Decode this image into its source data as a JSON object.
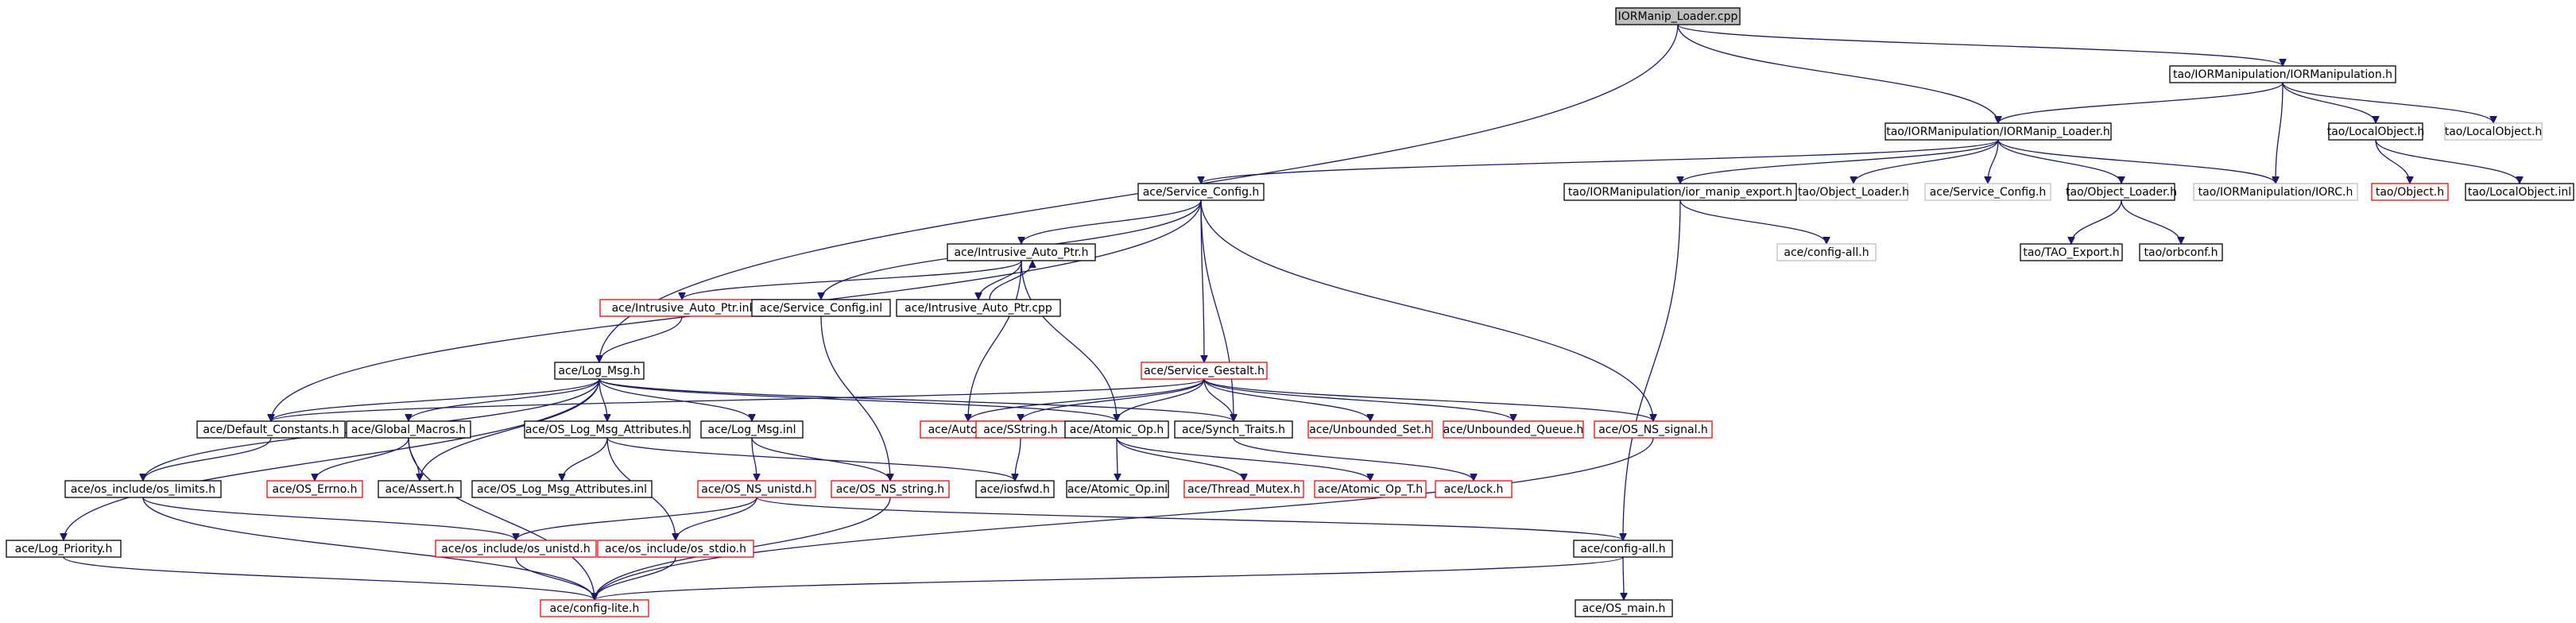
{
  "colors": {
    "edge": "#191970",
    "border_default": "#000000",
    "border_truncated": "#ff0000",
    "border_external": "#bfbfbf",
    "fill_default": "#ffffff",
    "fill_root": "#bfbfbf"
  },
  "nodes": [
    {
      "id": "root",
      "label": "IORManip_Loader.cpp",
      "kind": "root"
    },
    {
      "id": "iormanipulation",
      "label": "tao/IORManipulation/IORManipulation.h",
      "kind": "normal"
    },
    {
      "id": "iormanip_loader_h",
      "label": "tao/IORManipulation/IORManip_Loader.h",
      "kind": "normal"
    },
    {
      "id": "localobject_h",
      "label": "tao/LocalObject.h",
      "kind": "normal"
    },
    {
      "id": "localobject_h_ext",
      "label": "tao/LocalObject.h",
      "kind": "external"
    },
    {
      "id": "service_config_h",
      "label": "ace/Service_Config.h",
      "kind": "normal"
    },
    {
      "id": "ior_manip_export",
      "label": "tao/IORManipulation/ior_manip_export.h",
      "kind": "normal"
    },
    {
      "id": "object_loader_ext",
      "label": "tao/Object_Loader.h",
      "kind": "external"
    },
    {
      "id": "service_config_ext",
      "label": "ace/Service_Config.h",
      "kind": "external"
    },
    {
      "id": "object_loader_h",
      "label": "tao/Object_Loader.h",
      "kind": "normal"
    },
    {
      "id": "iorc_ext",
      "label": "tao/IORManipulation/IORC.h",
      "kind": "external"
    },
    {
      "id": "object_h",
      "label": "tao/Object.h",
      "kind": "truncated"
    },
    {
      "id": "localobject_inl",
      "label": "tao/LocalObject.inl",
      "kind": "normal"
    },
    {
      "id": "intrusive_auto_ptr_h",
      "label": "ace/Intrusive_Auto_Ptr.h",
      "kind": "normal"
    },
    {
      "id": "config_all_ext",
      "label": "ace/config-all.h",
      "kind": "external"
    },
    {
      "id": "tao_export",
      "label": "tao/TAO_Export.h",
      "kind": "normal"
    },
    {
      "id": "orbconf",
      "label": "tao/orbconf.h",
      "kind": "normal"
    },
    {
      "id": "intrusive_auto_ptr_inl",
      "label": "ace/Intrusive_Auto_Ptr.inl",
      "kind": "truncated"
    },
    {
      "id": "service_config_inl",
      "label": "ace/Service_Config.inl",
      "kind": "normal"
    },
    {
      "id": "intrusive_auto_ptr_cpp",
      "label": "ace/Intrusive_Auto_Ptr.cpp",
      "kind": "normal"
    },
    {
      "id": "log_msg_h",
      "label": "ace/Log_Msg.h",
      "kind": "normal"
    },
    {
      "id": "service_gestalt_h",
      "label": "ace/Service_Gestalt.h",
      "kind": "truncated"
    },
    {
      "id": "default_constants",
      "label": "ace/Default_Constants.h",
      "kind": "normal"
    },
    {
      "id": "global_macros",
      "label": "ace/Global_Macros.h",
      "kind": "normal"
    },
    {
      "id": "os_log_msg_attributes_h",
      "label": "ace/OS_Log_Msg_Attributes.h",
      "kind": "normal"
    },
    {
      "id": "log_msg_inl",
      "label": "ace/Log_Msg.inl",
      "kind": "normal"
    },
    {
      "id": "auto_ptr_h",
      "label": "ace/Auto_Ptr.h",
      "kind": "truncated"
    },
    {
      "id": "sstring_h",
      "label": "ace/SString.h",
      "kind": "truncated"
    },
    {
      "id": "atomic_op_h",
      "label": "ace/Atomic_Op.h",
      "kind": "normal"
    },
    {
      "id": "synch_traits",
      "label": "ace/Synch_Traits.h",
      "kind": "normal"
    },
    {
      "id": "unbounded_set",
      "label": "ace/Unbounded_Set.h",
      "kind": "truncated"
    },
    {
      "id": "unbounded_queue",
      "label": "ace/Unbounded_Queue.h",
      "kind": "truncated"
    },
    {
      "id": "os_ns_signal",
      "label": "ace/OS_NS_signal.h",
      "kind": "truncated"
    },
    {
      "id": "os_limits",
      "label": "ace/os_include/os_limits.h",
      "kind": "normal"
    },
    {
      "id": "os_errno",
      "label": "ace/OS_Errno.h",
      "kind": "truncated"
    },
    {
      "id": "assert_h",
      "label": "ace/Assert.h",
      "kind": "normal"
    },
    {
      "id": "os_log_msg_attributes_inl",
      "label": "ace/OS_Log_Msg_Attributes.inl",
      "kind": "normal"
    },
    {
      "id": "os_ns_unistd",
      "label": "ace/OS_NS_unistd.h",
      "kind": "truncated"
    },
    {
      "id": "os_ns_string",
      "label": "ace/OS_NS_string.h",
      "kind": "truncated"
    },
    {
      "id": "iosfwd",
      "label": "ace/iosfwd.h",
      "kind": "normal"
    },
    {
      "id": "atomic_op_inl",
      "label": "ace/Atomic_Op.inl",
      "kind": "normal"
    },
    {
      "id": "thread_mutex",
      "label": "ace/Thread_Mutex.h",
      "kind": "truncated"
    },
    {
      "id": "atomic_op_t",
      "label": "ace/Atomic_Op_T.h",
      "kind": "truncated"
    },
    {
      "id": "lock_h",
      "label": "ace/Lock.h",
      "kind": "truncated"
    },
    {
      "id": "log_priority",
      "label": "ace/Log_Priority.h",
      "kind": "normal"
    },
    {
      "id": "os_unistd",
      "label": "ace/os_include/os_unistd.h",
      "kind": "truncated"
    },
    {
      "id": "os_stdio",
      "label": "ace/os_include/os_stdio.h",
      "kind": "truncated"
    },
    {
      "id": "config_all_h",
      "label": "ace/config-all.h",
      "kind": "normal"
    },
    {
      "id": "config_lite",
      "label": "ace/config-lite.h",
      "kind": "truncated"
    },
    {
      "id": "os_main",
      "label": "ace/OS_main.h",
      "kind": "normal"
    }
  ],
  "edges": [
    [
      "root",
      "iormanipulation"
    ],
    [
      "root",
      "iormanip_loader_h"
    ],
    [
      "root",
      "log_msg_h"
    ],
    [
      "iormanipulation",
      "iormanip_loader_h"
    ],
    [
      "iormanipulation",
      "localobject_h"
    ],
    [
      "iormanipulation",
      "localobject_h_ext"
    ],
    [
      "iormanipulation",
      "iorc_ext"
    ],
    [
      "localobject_h",
      "object_h"
    ],
    [
      "localobject_h",
      "localobject_inl"
    ],
    [
      "iormanip_loader_h",
      "service_config_h"
    ],
    [
      "iormanip_loader_h",
      "ior_manip_export"
    ],
    [
      "iormanip_loader_h",
      "object_loader_ext"
    ],
    [
      "iormanip_loader_h",
      "service_config_ext"
    ],
    [
      "iormanip_loader_h",
      "object_loader_h"
    ],
    [
      "iormanip_loader_h",
      "iorc_ext"
    ],
    [
      "ior_manip_export",
      "config_all_ext"
    ],
    [
      "ior_manip_export",
      "config_all_h"
    ],
    [
      "object_loader_h",
      "tao_export"
    ],
    [
      "object_loader_h",
      "orbconf"
    ],
    [
      "service_config_h",
      "intrusive_auto_ptr_h"
    ],
    [
      "service_config_h",
      "service_config_inl"
    ],
    [
      "service_config_h",
      "service_gestalt_h"
    ],
    [
      "service_config_h",
      "default_constants"
    ],
    [
      "service_config_h",
      "synch_traits"
    ],
    [
      "service_config_h",
      "os_ns_signal"
    ],
    [
      "intrusive_auto_ptr_h",
      "intrusive_auto_ptr_inl"
    ],
    [
      "intrusive_auto_ptr_h",
      "intrusive_auto_ptr_cpp"
    ],
    [
      "intrusive_auto_ptr_h",
      "auto_ptr_h"
    ],
    [
      "intrusive_auto_ptr_h",
      "atomic_op_h"
    ],
    [
      "intrusive_auto_ptr_cpp",
      "intrusive_auto_ptr_h"
    ],
    [
      "intrusive_auto_ptr_inl",
      "log_msg_h"
    ],
    [
      "service_config_inl",
      "os_ns_string"
    ],
    [
      "log_msg_h",
      "default_constants"
    ],
    [
      "log_msg_h",
      "global_macros"
    ],
    [
      "log_msg_h",
      "os_log_msg_attributes_h"
    ],
    [
      "log_msg_h",
      "log_msg_inl"
    ],
    [
      "log_msg_h",
      "synch_traits"
    ],
    [
      "log_msg_h",
      "os_limits"
    ],
    [
      "log_msg_h",
      "assert_h"
    ],
    [
      "log_msg_h",
      "log_priority"
    ],
    [
      "log_msg_h",
      "atomic_op_h"
    ],
    [
      "service_gestalt_h",
      "default_constants"
    ],
    [
      "service_gestalt_h",
      "auto_ptr_h"
    ],
    [
      "service_gestalt_h",
      "sstring_h"
    ],
    [
      "service_gestalt_h",
      "atomic_op_h"
    ],
    [
      "service_gestalt_h",
      "synch_traits"
    ],
    [
      "service_gestalt_h",
      "unbounded_set"
    ],
    [
      "service_gestalt_h",
      "unbounded_queue"
    ],
    [
      "service_gestalt_h",
      "os_ns_signal"
    ],
    [
      "default_constants",
      "os_limits"
    ],
    [
      "global_macros",
      "os_errno"
    ],
    [
      "global_macros",
      "assert_h"
    ],
    [
      "global_macros",
      "config_lite"
    ],
    [
      "os_log_msg_attributes_h",
      "os_log_msg_attributes_inl"
    ],
    [
      "os_log_msg_attributes_h",
      "iosfwd"
    ],
    [
      "os_log_msg_attributes_h",
      "os_stdio"
    ],
    [
      "log_msg_inl",
      "os_ns_unistd"
    ],
    [
      "log_msg_inl",
      "os_ns_string"
    ],
    [
      "sstring_h",
      "iosfwd"
    ],
    [
      "atomic_op_h",
      "atomic_op_inl"
    ],
    [
      "atomic_op_h",
      "thread_mutex"
    ],
    [
      "atomic_op_h",
      "atomic_op_t"
    ],
    [
      "synch_traits",
      "lock_h"
    ],
    [
      "os_ns_signal",
      "config_lite"
    ],
    [
      "os_limits",
      "os_unistd"
    ],
    [
      "os_limits",
      "config_lite"
    ],
    [
      "os_ns_unistd",
      "os_unistd"
    ],
    [
      "os_ns_unistd",
      "os_stdio"
    ],
    [
      "os_ns_unistd",
      "config_all_h"
    ],
    [
      "os_ns_string",
      "config_lite"
    ],
    [
      "log_priority",
      "config_lite"
    ],
    [
      "os_unistd",
      "config_lite"
    ],
    [
      "os_stdio",
      "config_lite"
    ],
    [
      "config_all_h",
      "config_lite"
    ],
    [
      "config_all_h",
      "os_main"
    ]
  ]
}
